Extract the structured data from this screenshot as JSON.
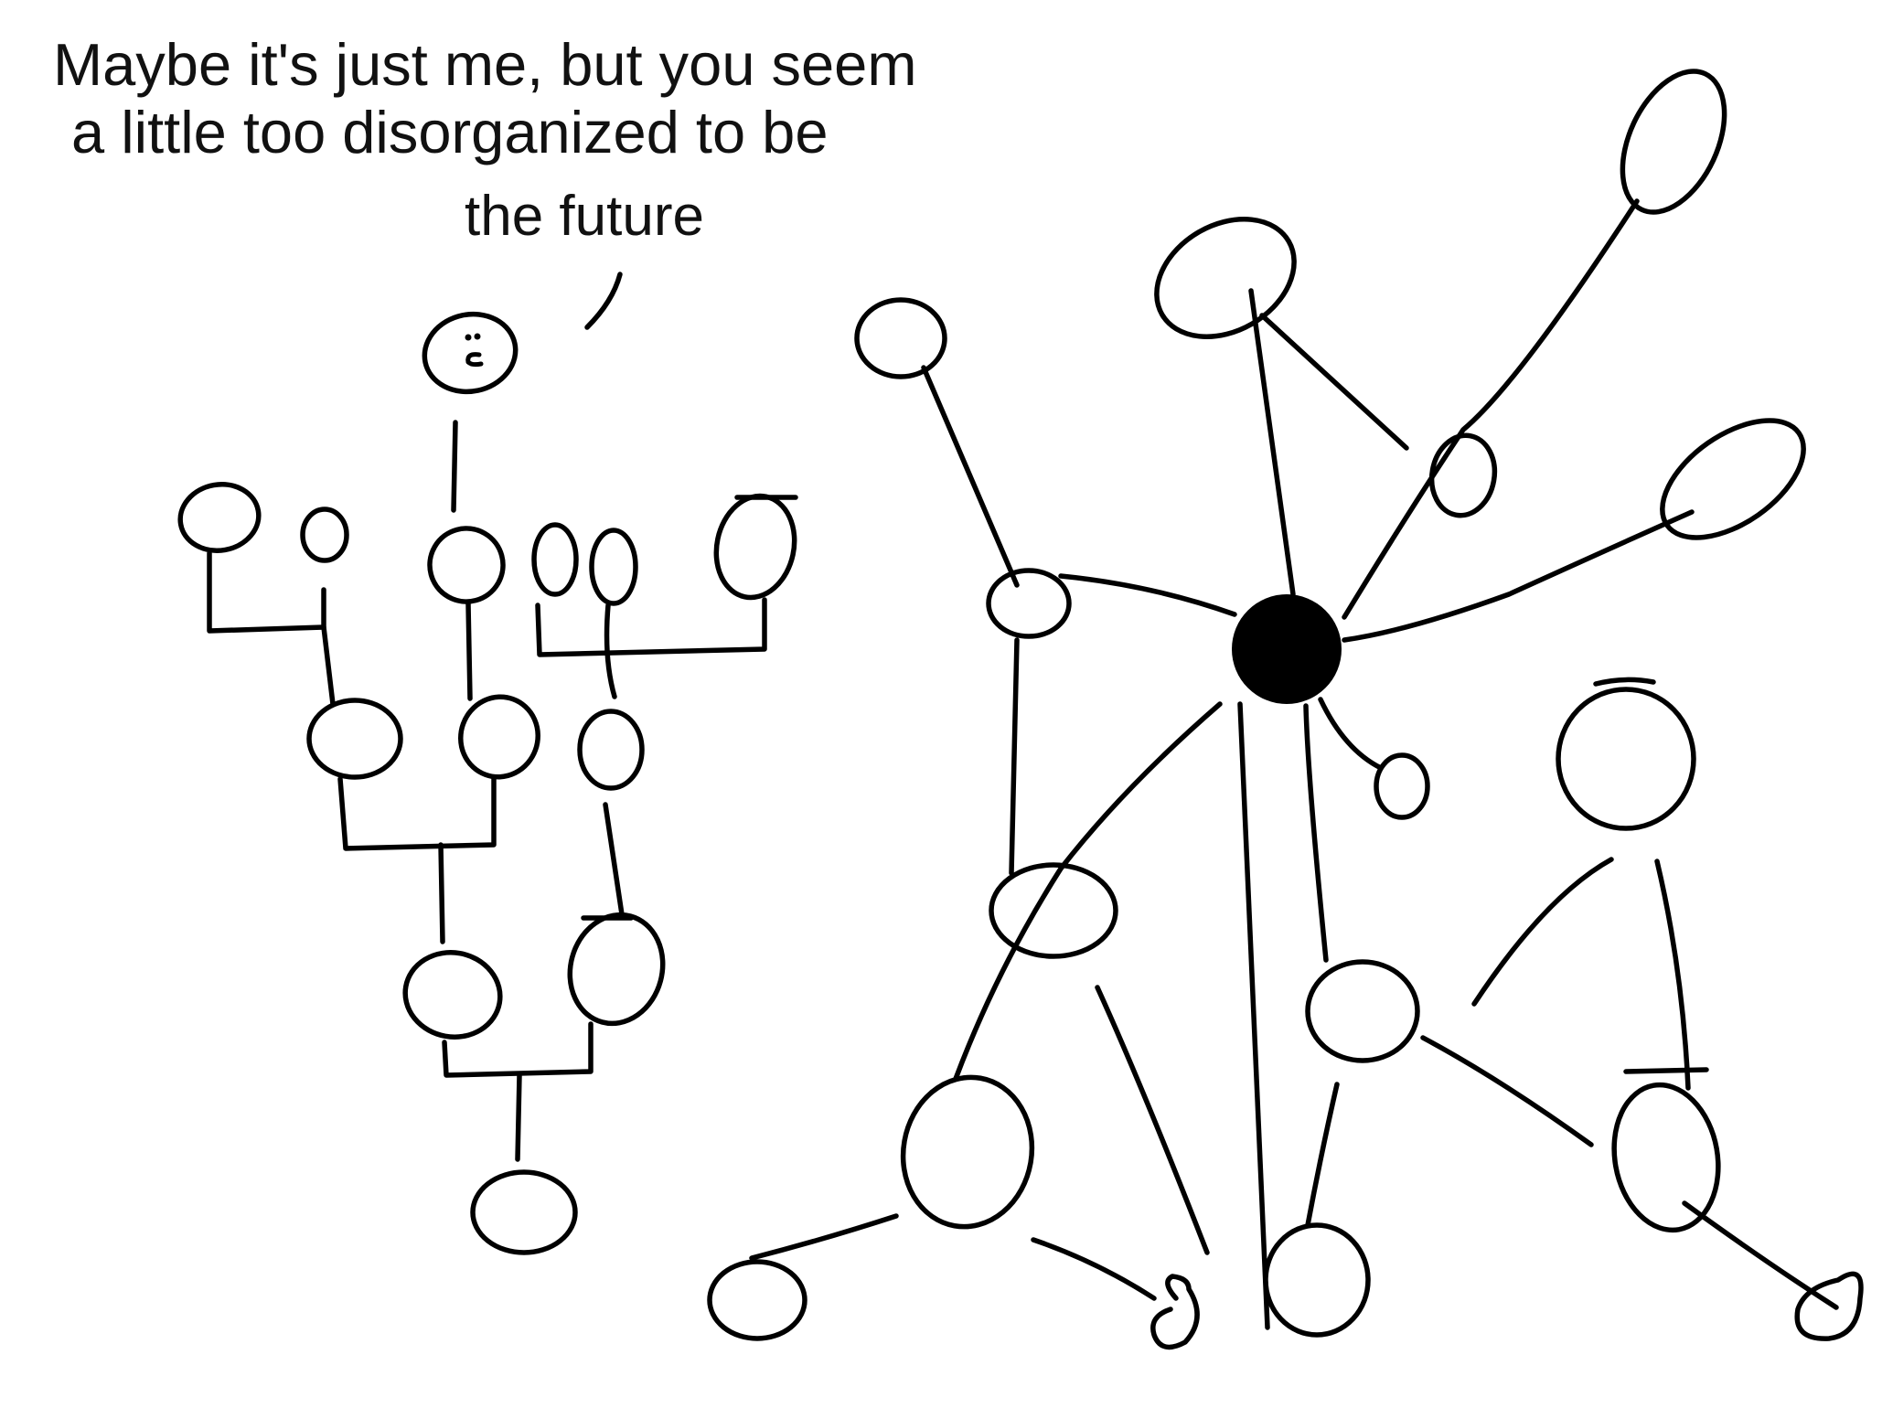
{
  "caption": {
    "line1": "Maybe it's just me, but you seem",
    "line2": "a little too disorganized to be",
    "line3": "the future"
  },
  "colors": {
    "background": "#ffffff",
    "ink": "#000000"
  }
}
